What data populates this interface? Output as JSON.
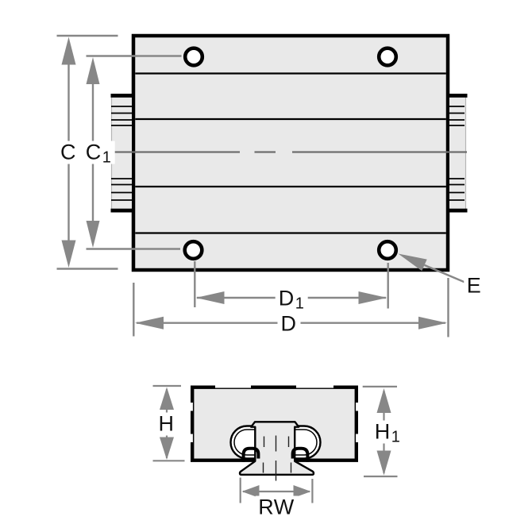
{
  "colors": {
    "background": "#ffffff",
    "part_fill": "#e9e9e9",
    "outline_black": "#000000",
    "dimension_gray": "#878787",
    "centerline_gray": "#6e6e6e",
    "hole_fill": "#ffffff",
    "label_text": "#111111"
  },
  "top_view": {
    "labels": {
      "c": {
        "base": "C",
        "sub": ""
      },
      "c1": {
        "base": "C",
        "sub": "1"
      },
      "d": {
        "base": "D",
        "sub": ""
      },
      "d1": {
        "base": "D",
        "sub": "1"
      },
      "e": {
        "base": "E",
        "sub": ""
      }
    }
  },
  "front_view": {
    "labels": {
      "h": {
        "base": "H",
        "sub": ""
      },
      "h1": {
        "base": "H",
        "sub": "1"
      },
      "rw": {
        "base": "RW",
        "sub": ""
      }
    }
  }
}
